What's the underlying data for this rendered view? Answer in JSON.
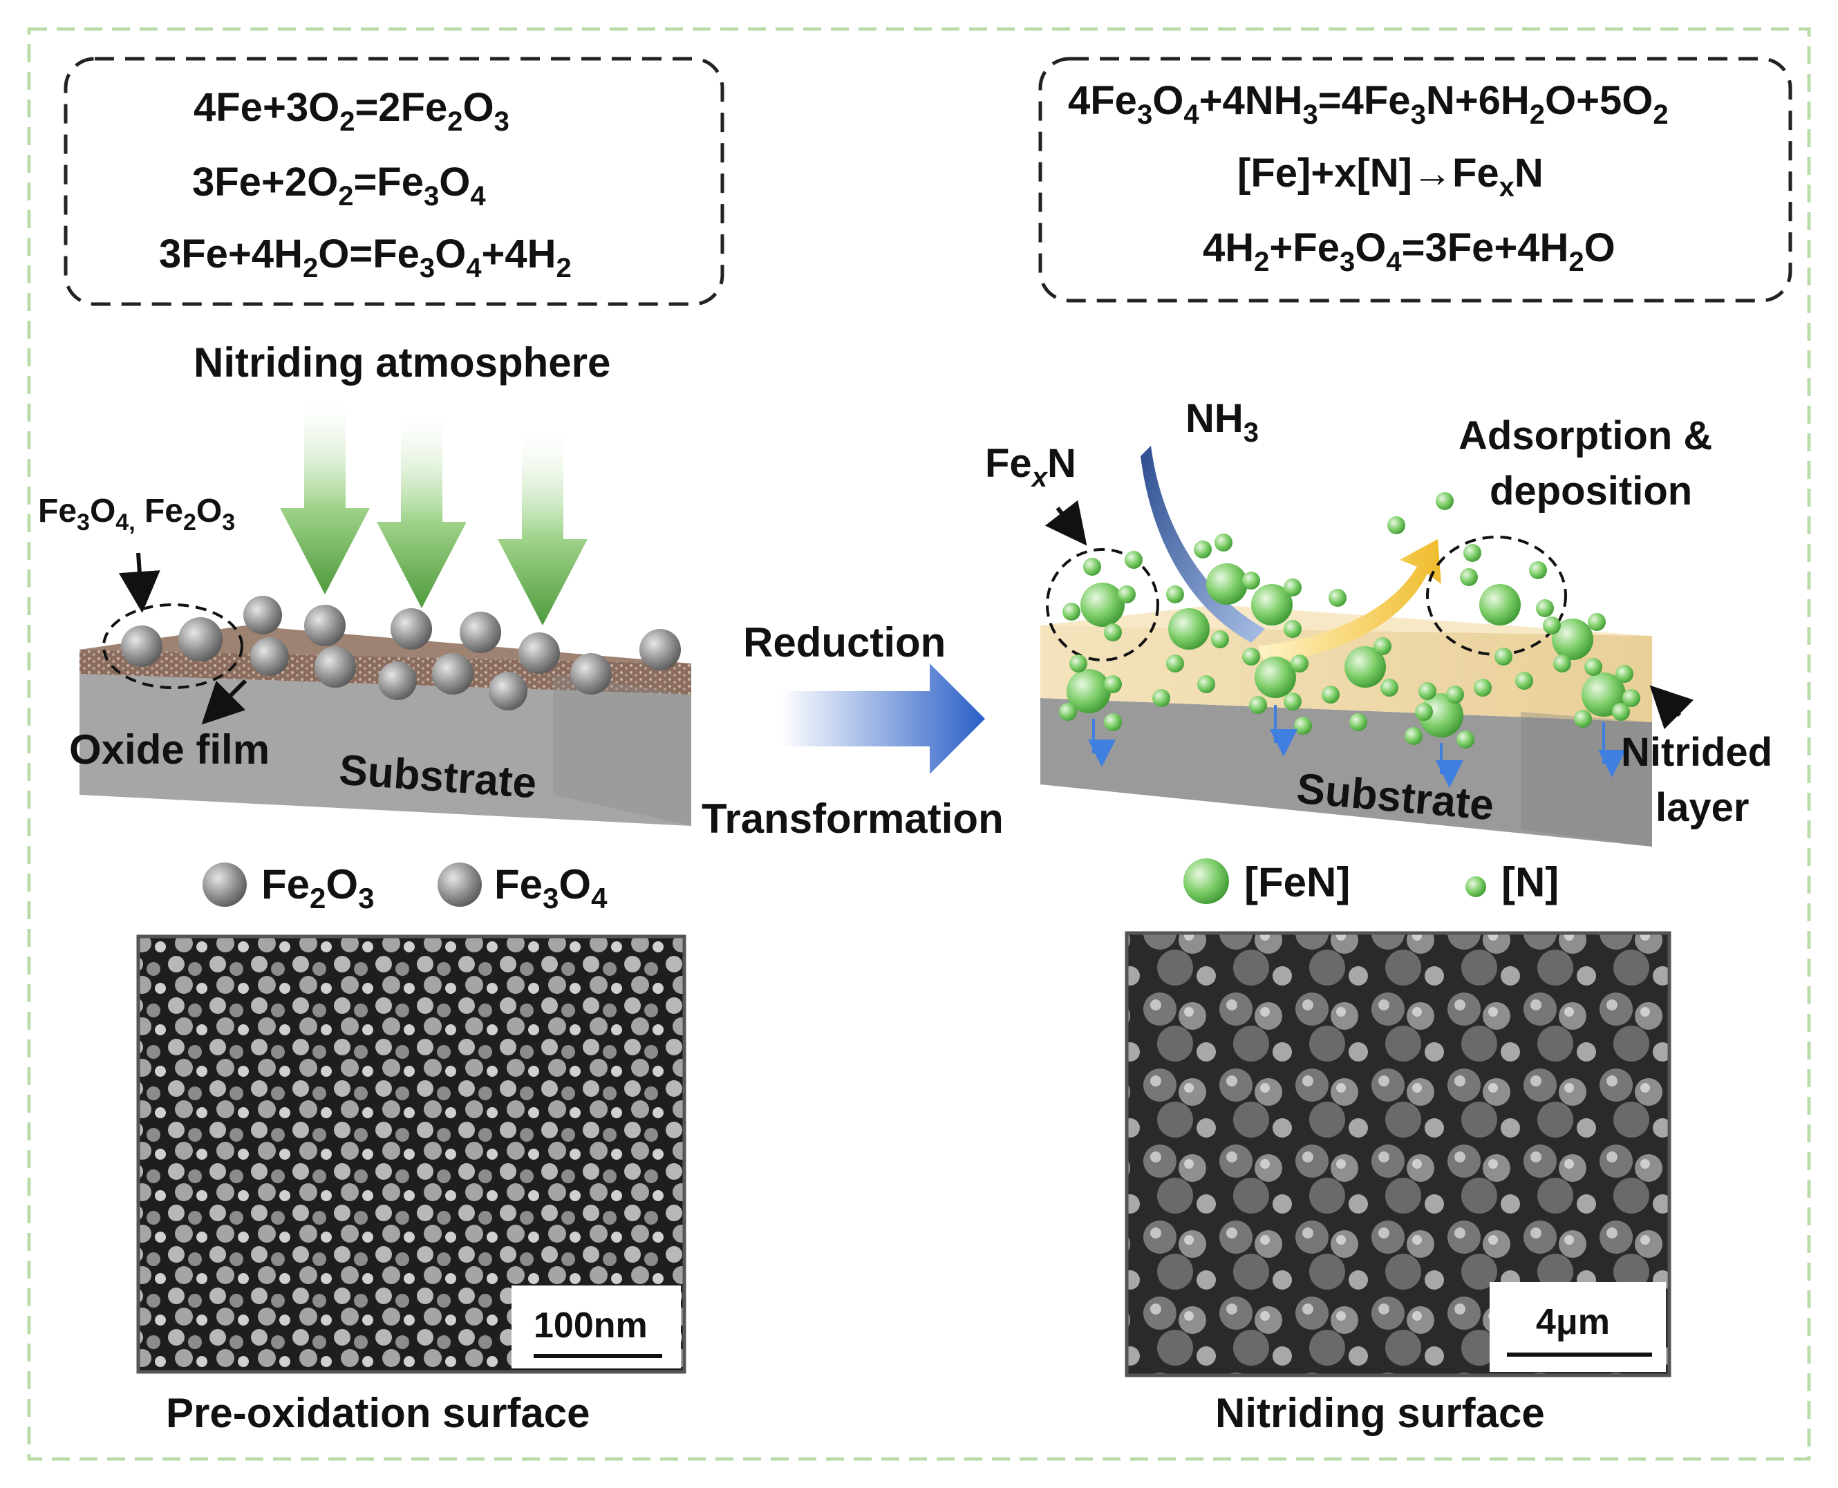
{
  "colors": {
    "frame_border": "#b9dcaa",
    "dashed_box": "#222222",
    "green_arrow": "#5fa94a",
    "blue_arrow": "#2f63c9",
    "oxide_particle": "#8c8c8c",
    "nitride_particle": "#6cc05a",
    "nitrided_layer": "#efd9a8",
    "substrate": "#9e9e9e",
    "yellow_arrow": "#f2c33c"
  },
  "left_equations": {
    "eq1": {
      "a": "4Fe+3O",
      "s1": "2",
      "b": "=2Fe",
      "s2": "2",
      "c": "O",
      "s3": "3"
    },
    "eq2": {
      "a": "3Fe+2O",
      "s1": "2",
      "b": "=Fe",
      "s2": "3",
      "c": "O",
      "s3": "4"
    },
    "eq3": {
      "a": "3Fe+4H",
      "s1": "2",
      "b": "O=Fe",
      "s2": "3",
      "c": "O",
      "s3": "4",
      "d": "+4H",
      "s4": "2"
    }
  },
  "right_equations": {
    "eq1": {
      "a": "4Fe",
      "s1": "3",
      "b": "O",
      "s2": "4",
      "c": "+4NH",
      "s3": "3",
      "d": "=4Fe",
      "s4": "3",
      "e": "N+6H",
      "s5": "2",
      "f": "O+5O",
      "s6": "2"
    },
    "eq2": {
      "a": "[Fe]+x[N]",
      "arrow": "→",
      "b": "Fe",
      "s1": "x",
      "c": "N"
    },
    "eq3": {
      "a": "4H",
      "s1": "2",
      "b": "+Fe",
      "s2": "3",
      "c": "O",
      "s3": "4",
      "d": "=3Fe+4H",
      "s4": "2",
      "e": "O"
    }
  },
  "left_panel": {
    "atmosphere_label": "Nitriding atmosphere",
    "oxides_label": {
      "a": "Fe",
      "s1": "3",
      "b": "O",
      "s2": "4,",
      "c": " Fe",
      "s3": "2",
      "d": "O",
      "s4": "3"
    },
    "oxide_film_label": "Oxide film",
    "substrate_label": "Substrate",
    "legend": {
      "fe2o3": {
        "a": "Fe",
        "s1": "2",
        "b": "O",
        "s2": "3"
      },
      "fe3o4": {
        "a": "Fe",
        "s1": "3",
        "b": "O",
        "s2": "4"
      }
    },
    "sem_scale": "100nm",
    "sem_caption": "Pre-oxidation surface"
  },
  "middle": {
    "reduction_label": "Reduction",
    "transformation_label": "Transformation"
  },
  "right_panel": {
    "nh3_label": {
      "a": "NH",
      "s1": "3"
    },
    "fexn_label": {
      "a": "Fe",
      "s1": "x",
      "b": "N"
    },
    "adsorption_line1": "Adsorption &",
    "adsorption_line2": "deposition",
    "nitrided_line1": "Nitrided",
    "nitrided_line2": "layer",
    "substrate_label": "Substrate",
    "legend": {
      "fen": "[FeN]",
      "n": "[N]"
    },
    "sem_scale": "4μm",
    "sem_caption": "Nitriding surface"
  }
}
